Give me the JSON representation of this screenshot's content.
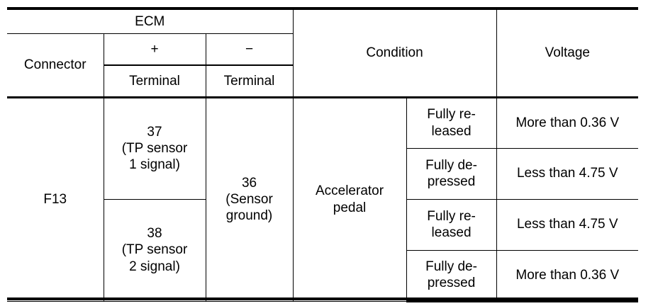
{
  "table": {
    "headers": {
      "ecm": "ECM",
      "connector": "Connector",
      "plus": "+",
      "minus": "−",
      "terminal_plus": "Terminal",
      "terminal_minus": "Terminal",
      "condition": "Condition",
      "voltage": "Voltage"
    },
    "body": {
      "connector": "F13",
      "terminal_plus_1": "37\n(TP sensor\n1 signal)",
      "terminal_plus_1_lines": [
        "37",
        "(TP sensor",
        "1 signal)"
      ],
      "terminal_plus_2": "38\n(TP sensor\n2 signal)",
      "terminal_plus_2_lines": [
        "38",
        "(TP sensor",
        "2 signal)"
      ],
      "terminal_minus": "36\n(Sensor\nground)",
      "terminal_minus_lines": [
        "36",
        "(Sensor",
        "ground)"
      ],
      "condition_main": "Accelerator\npedal",
      "condition_main_lines": [
        "Accelerator",
        "pedal"
      ],
      "rows": [
        {
          "condition_lines": [
            "Fully re-",
            "leased"
          ],
          "voltage": "More than 0.36 V"
        },
        {
          "condition_lines": [
            "Fully de-",
            "pressed"
          ],
          "voltage": "Less than 4.75 V"
        },
        {
          "condition_lines": [
            "Fully re-",
            "leased"
          ],
          "voltage": "Less than 4.75 V"
        },
        {
          "condition_lines": [
            "Fully de-",
            "pressed"
          ],
          "voltage": "More than 0.36 V"
        }
      ]
    }
  }
}
